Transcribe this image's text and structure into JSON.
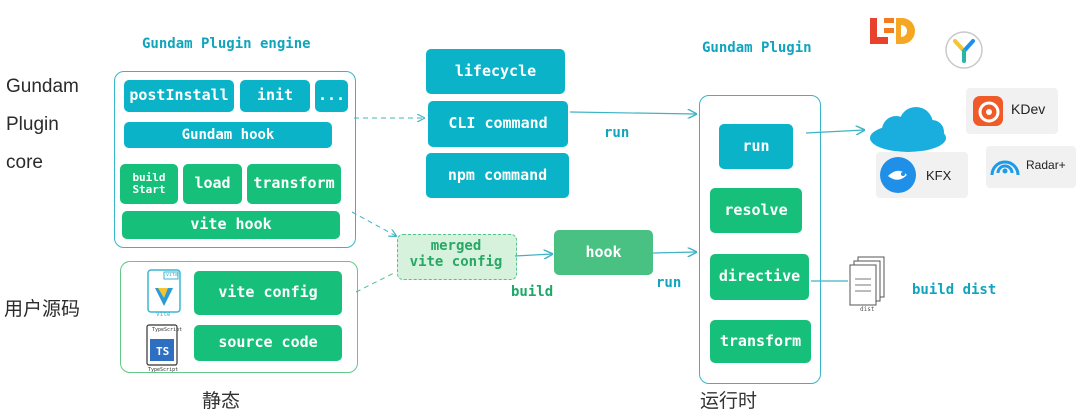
{
  "left_labels": {
    "core_line1": "Gundam",
    "core_line2": "Plugin",
    "core_line3": "core",
    "user_source": "用户源码"
  },
  "engine": {
    "title": "Gundam Plugin engine",
    "row1": [
      "postInstall",
      "init",
      "..."
    ],
    "gundam_hook": "Gundam hook",
    "build_start": "build\nStart",
    "load": "load",
    "transform": "transform",
    "vite_hook": "vite hook"
  },
  "user_code": {
    "vite_config": "vite config",
    "source_code": "source code",
    "vite_icon_top": "vite",
    "vite_icon_bottom": "Vite",
    "ts_icon_badge": "TypeScript",
    "ts_icon_letters": "TS",
    "ts_icon_bottom": "TypeScript"
  },
  "commands": [
    "lifecycle",
    "CLI command",
    "npm command"
  ],
  "merged": "merged\nvite config",
  "hook": "hook",
  "edge_labels": {
    "run_cli": "run",
    "build": "build",
    "run_hook": "run"
  },
  "plugin": {
    "title": "Gundam Plugin",
    "items": [
      "run",
      "resolve",
      "directive",
      "transform"
    ]
  },
  "dist": {
    "icon_label": "dist",
    "label": "build dist"
  },
  "logos": {
    "kdev": "KDev",
    "kfx": "KFX",
    "radar": "Radar+"
  },
  "captions": {
    "static": "静态",
    "runtime": "运行时"
  },
  "colors": {
    "teal": "#0ab3c8",
    "green": "#17c07a",
    "arrow": "#3fb3c3"
  }
}
